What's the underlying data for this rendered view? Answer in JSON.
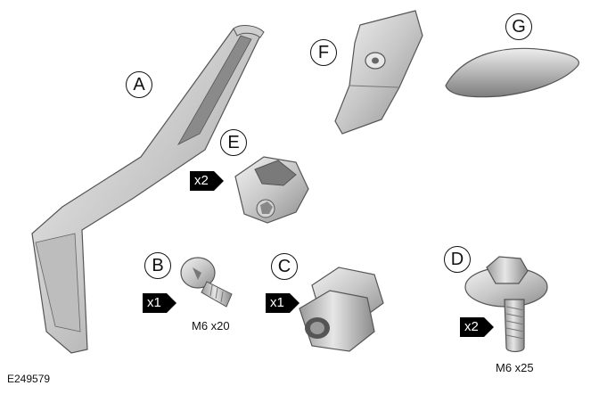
{
  "figure_id": "E249579",
  "callouts": {
    "a": "A",
    "b": "B",
    "c": "C",
    "d": "D",
    "e": "E",
    "f": "F",
    "g": "G"
  },
  "quantities": {
    "b": "x1",
    "c": "x1",
    "d": "x2",
    "e": "x2"
  },
  "specs": {
    "b": "M6 x20",
    "d": "M6 x25"
  }
}
